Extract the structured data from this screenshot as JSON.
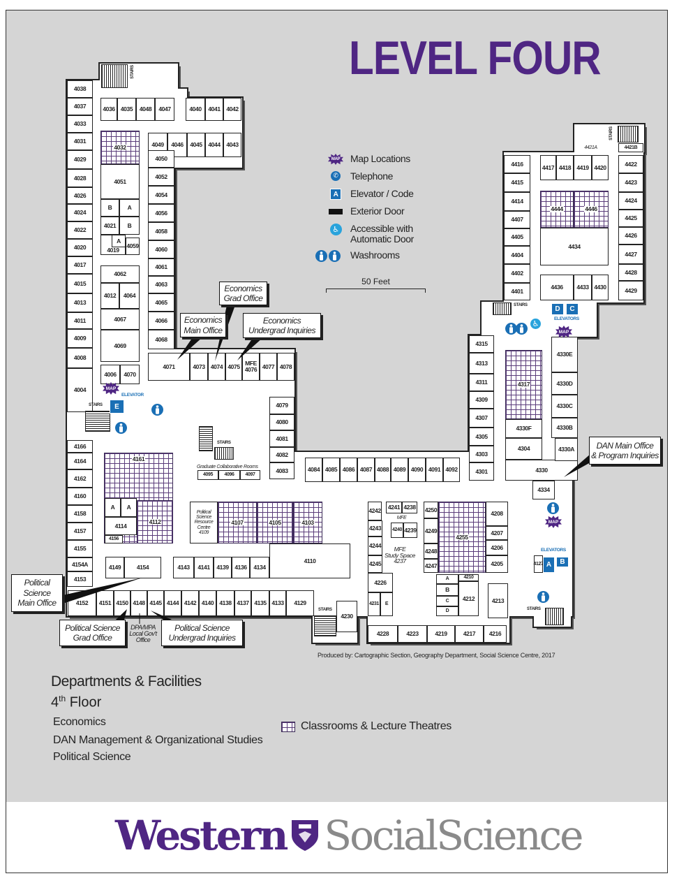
{
  "title": "LEVEL FOUR",
  "legend": [
    {
      "icon": "map-marker-icon",
      "label": "Map Locations"
    },
    {
      "icon": "telephone-icon",
      "label": "Telephone"
    },
    {
      "icon": "elevator-icon",
      "code": "A",
      "label": "Elevator / Code"
    },
    {
      "icon": "exterior-door-icon",
      "label": "Exterior Door"
    },
    {
      "icon": "accessible-icon",
      "label": "Accessible with\nAutomatic Door"
    },
    {
      "icon": "washroom-icon",
      "label": "Washrooms"
    }
  ],
  "scale_label": "50 Feet",
  "labels": {
    "stairs": "STAIRS",
    "elevator": "ELEVATOR",
    "elevators": "ELEVATORS",
    "map": "MAP",
    "grad_collab": "Graduate Collaborative Rooms"
  },
  "elevators": [
    "E",
    "D",
    "C",
    "A",
    "B"
  ],
  "callouts": {
    "econ_grad": "Economics\nGrad Office",
    "econ_main": "Economics\nMain Office",
    "econ_undergrad": "Economics\nUndergrad Inquiries",
    "dan_main": "DAN Main Office\n& Program Inquiries",
    "polsci_main": "Political\nScience\nMain Office",
    "polsci_grad": "Political Science\nGrad Office",
    "dpa_mpa": "DPA/MPA\nLocal Gov't\nOffice",
    "polsci_undergrad": "Political Science\nUndergrad Inquiries"
  },
  "rooms": [
    "4038",
    "4037",
    "4033",
    "4031",
    "4029",
    "4028",
    "4026",
    "4024",
    "4022",
    "4020",
    "4017",
    "4015",
    "4013",
    "4011",
    "4009",
    "4008",
    "4004",
    "4166",
    "4164",
    "4162",
    "4160",
    "4158",
    "4157",
    "4155",
    "4154A",
    "4153",
    "4152",
    "4036",
    "4035",
    "4048",
    "4047",
    "4040",
    "4041",
    "4042",
    "4049",
    "4046",
    "4045",
    "4044",
    "4043",
    "4032",
    "4051",
    "B",
    "A",
    "4021",
    "B",
    "4019",
    "A",
    "4059",
    "4062",
    "4012",
    "4064",
    "4067",
    "4069",
    "4006",
    "4070",
    "4050",
    "4052",
    "4054",
    "4056",
    "4058",
    "4060",
    "4061",
    "4063",
    "4065",
    "4066",
    "4068",
    "4071",
    "4073",
    "4074",
    "4075",
    "MFE\n4076",
    "4077",
    "4078",
    "4079",
    "4080",
    "4081",
    "4082",
    "4083",
    "4084",
    "4085",
    "4086",
    "4087",
    "4088",
    "4089",
    "4090",
    "4091",
    "4092",
    "4095",
    "4096",
    "4097",
    "4161",
    "4112",
    "A",
    "A",
    "4114",
    "4156",
    "Political\nScience\nResource\nCentre\n4109",
    "4107",
    "4105",
    "4103",
    "4110",
    "4149",
    "4154",
    "4143",
    "4141",
    "4139",
    "4136",
    "4134",
    "4151",
    "4150",
    "4148",
    "4145",
    "4144",
    "4142",
    "4140",
    "4138",
    "4137",
    "4135",
    "4133",
    "4129",
    "4230",
    "4315",
    "4313",
    "4311",
    "4309",
    "4307",
    "4305",
    "4303",
    "4301",
    "4317",
    "4330F",
    "4304",
    "4330",
    "4330E",
    "4330D",
    "4330C",
    "4330B",
    "4330A",
    "4334",
    "4242",
    "4241",
    "4238",
    "MFE",
    "4243",
    "4240",
    "4239",
    "4244",
    "4245",
    "MFE\nStudy Space\n4237",
    "4250",
    "4249",
    "4248",
    "4247",
    "4255",
    "4208",
    "4207",
    "4206",
    "4205",
    "4226",
    "4231",
    "E",
    "A",
    "B",
    "C",
    "D",
    "4210",
    "4212",
    "4213",
    "4228",
    "4223",
    "4219",
    "4217",
    "4216",
    "4127",
    "4416",
    "4415",
    "4414",
    "4407",
    "4405",
    "4404",
    "4402",
    "4401",
    "4417",
    "4418",
    "4419",
    "4420",
    "4444",
    "4446",
    "4434",
    "4436",
    "4433",
    "4430",
    "4422",
    "4423",
    "4424",
    "4425",
    "4426",
    "4427",
    "4428",
    "4429",
    "4421A",
    "4421B"
  ],
  "credit": "Produced by: Cartographic Section, Geography Department, Social Science Centre, 2017",
  "departments": {
    "heading": "Departments & Facilities",
    "floor_num": "4",
    "floor_sup": "th",
    "floor_word": "Floor",
    "items": [
      "Economics",
      "DAN Management & Organizational Studies",
      "Political Science"
    ],
    "classroom_legend": "Classrooms & Lecture Theatres"
  },
  "logo": {
    "western": "Western",
    "social_science": "SocialScience"
  },
  "colors": {
    "purple": "#4f2683",
    "blue": "#1a6fb5",
    "background": "#d5d5d5"
  }
}
